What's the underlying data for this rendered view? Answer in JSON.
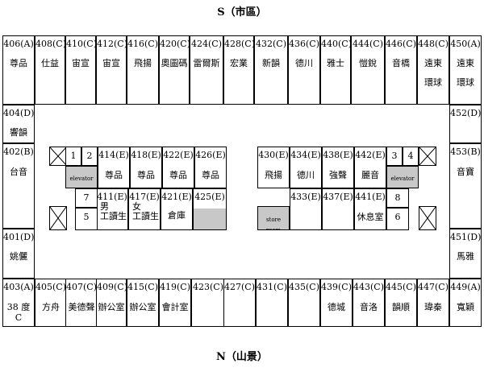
{
  "compass": {
    "south": "S（市區）",
    "north": "N（山景）"
  },
  "rooms": {
    "406": {
      "id": "406(A)",
      "lines": [
        "尊品"
      ]
    },
    "408": {
      "id": "408(C)",
      "lines": [
        "仕益"
      ]
    },
    "410": {
      "id": "410(C)",
      "lines": [
        "宙宣"
      ]
    },
    "412": {
      "id": "412(C)",
      "lines": [
        "宙宣"
      ]
    },
    "416": {
      "id": "416(C)",
      "lines": [
        "飛揚"
      ]
    },
    "420": {
      "id": "420(C)",
      "lines": [
        "奧圖碼"
      ]
    },
    "424": {
      "id": "424(C)",
      "lines": [
        "雷爾斯"
      ]
    },
    "428": {
      "id": "428(C)",
      "lines": [
        "宏業"
      ]
    },
    "432": {
      "id": "432(C)",
      "lines": [
        "新韻"
      ]
    },
    "436": {
      "id": "436(C)",
      "lines": [
        "德川"
      ]
    },
    "440": {
      "id": "440(C)",
      "lines": [
        "雅士"
      ]
    },
    "444": {
      "id": "444(C)",
      "lines": [
        "愷銳"
      ]
    },
    "446": {
      "id": "446(C)",
      "lines": [
        "音橋"
      ]
    },
    "448": {
      "id": "448(C)",
      "lines": [
        "遠東",
        "環球"
      ]
    },
    "450": {
      "id": "450(A)",
      "lines": [
        "遠東",
        "環球"
      ]
    },
    "404": {
      "id": "404(D)",
      "lines": [
        "響韻"
      ]
    },
    "452": {
      "id": "452(D)",
      "lines": []
    },
    "402": {
      "id": "402(B)",
      "lines": [
        "台音"
      ]
    },
    "453": {
      "id": "453(B)",
      "lines": [
        "音寶"
      ]
    },
    "401": {
      "id": "401(D)",
      "lines": [
        "姚儷"
      ]
    },
    "451": {
      "id": "451(D)",
      "lines": [
        "馬雅"
      ]
    },
    "403": {
      "id": "403(A)",
      "lines": [
        "38 度 C"
      ]
    },
    "405": {
      "id": "405(C)",
      "lines": [
        "方舟"
      ]
    },
    "407": {
      "id": "407(C)",
      "lines": [
        "美德聲"
      ]
    },
    "409": {
      "id": "409(C)",
      "lines": [
        "辦公室"
      ]
    },
    "415": {
      "id": "415(C)",
      "lines": [
        "辦公室"
      ]
    },
    "419": {
      "id": "419(C)",
      "lines": [
        "會計室"
      ]
    },
    "423": {
      "id": "423(C)",
      "lines": []
    },
    "427": {
      "id": "427(C)",
      "lines": []
    },
    "431": {
      "id": "431(C)",
      "lines": []
    },
    "435": {
      "id": "435(C)",
      "lines": []
    },
    "439": {
      "id": "439(C)",
      "lines": [
        "德城"
      ]
    },
    "443": {
      "id": "443(C)",
      "lines": [
        "音洛"
      ]
    },
    "445": {
      "id": "445(C)",
      "lines": [
        "韻順"
      ]
    },
    "447": {
      "id": "447(C)",
      "lines": [
        "瑋秦"
      ]
    },
    "449": {
      "id": "449(A)",
      "lines": [
        "寬穎"
      ]
    },
    "414": {
      "id": "414(E)",
      "lines": [
        "尊品"
      ]
    },
    "418": {
      "id": "418(E)",
      "lines": [
        "尊品"
      ]
    },
    "422": {
      "id": "422(E)",
      "lines": [
        "尊品"
      ]
    },
    "426": {
      "id": "426(E)",
      "lines": [
        "尊品"
      ]
    },
    "411": {
      "id": "411(E)",
      "lines": [
        "男",
        "工讀生"
      ]
    },
    "417": {
      "id": "417(E)",
      "lines": [
        "女",
        "工讀生"
      ]
    },
    "421": {
      "id": "421(E)",
      "lines": [
        "倉庫"
      ]
    },
    "425": {
      "id": "425(E)",
      "lines": []
    },
    "430": {
      "id": "430(E)",
      "lines": [
        "飛揚"
      ]
    },
    "434": {
      "id": "434(E)",
      "lines": [
        "德川"
      ]
    },
    "438": {
      "id": "438(E)",
      "lines": [
        "強聲"
      ]
    },
    "442": {
      "id": "442(E)",
      "lines": [
        "麗音"
      ]
    },
    "433": {
      "id": "433(E)",
      "lines": []
    },
    "437": {
      "id": "437(E)",
      "lines": []
    },
    "441": {
      "id": "441(E)",
      "lines": [
        "休息室"
      ]
    }
  },
  "small": {
    "n1": "1",
    "n2": "2",
    "n3": "3",
    "n4": "4",
    "n5": "5",
    "n6": "6",
    "n7": "7",
    "n8": "8"
  },
  "labels": {
    "elevator_left": "elevator",
    "elevator_right": "elevator",
    "store_room": "store room"
  }
}
